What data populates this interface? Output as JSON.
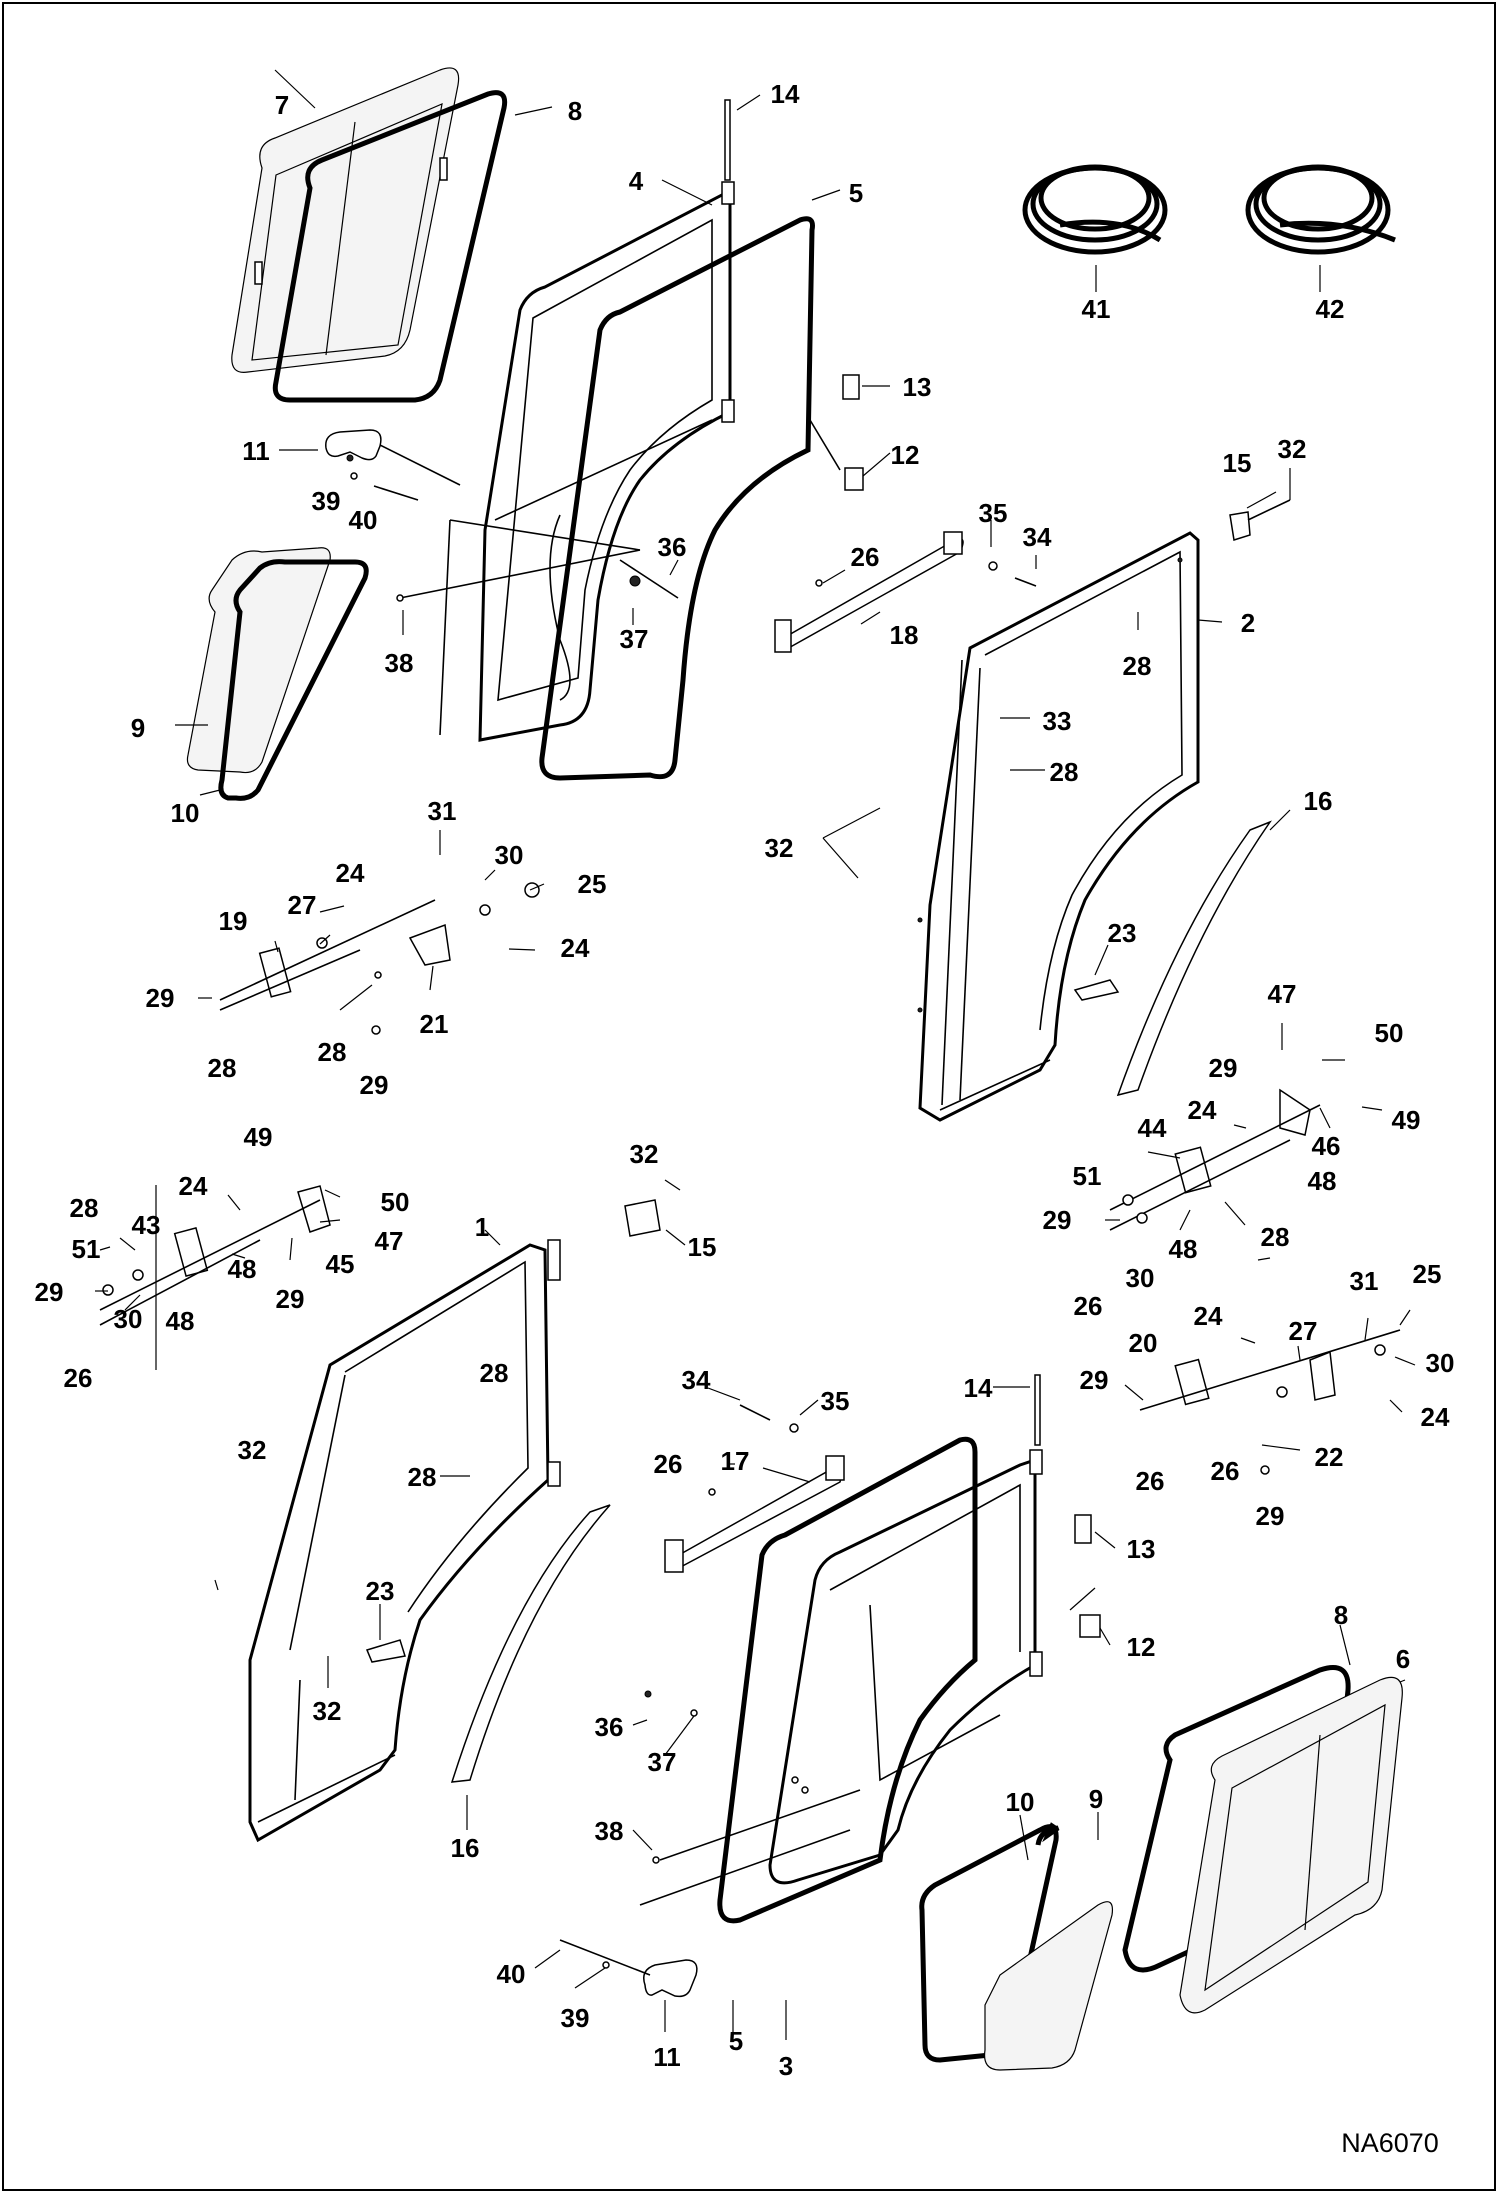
{
  "drawing_code": "NA6070",
  "callouts": [
    {
      "n": "7"
    },
    {
      "n": "8"
    },
    {
      "n": "14"
    },
    {
      "n": "4"
    },
    {
      "n": "5"
    },
    {
      "n": "41"
    },
    {
      "n": "42"
    },
    {
      "n": "13"
    },
    {
      "n": "11"
    },
    {
      "n": "12"
    },
    {
      "n": "15"
    },
    {
      "n": "32"
    },
    {
      "n": "39"
    },
    {
      "n": "40"
    },
    {
      "n": "35"
    },
    {
      "n": "34"
    },
    {
      "n": "36"
    },
    {
      "n": "26"
    },
    {
      "n": "38"
    },
    {
      "n": "37"
    },
    {
      "n": "18"
    },
    {
      "n": "2"
    },
    {
      "n": "28"
    },
    {
      "n": "9"
    },
    {
      "n": "33"
    },
    {
      "n": "10"
    },
    {
      "n": "28"
    },
    {
      "n": "31"
    },
    {
      "n": "16"
    },
    {
      "n": "32"
    },
    {
      "n": "24"
    },
    {
      "n": "30"
    },
    {
      "n": "27"
    },
    {
      "n": "25"
    },
    {
      "n": "19"
    },
    {
      "n": "24"
    },
    {
      "n": "23"
    },
    {
      "n": "29"
    },
    {
      "n": "28"
    },
    {
      "n": "21"
    },
    {
      "n": "28"
    },
    {
      "n": "29"
    },
    {
      "n": "47"
    },
    {
      "n": "50"
    },
    {
      "n": "29"
    },
    {
      "n": "24"
    },
    {
      "n": "49"
    },
    {
      "n": "44"
    },
    {
      "n": "46"
    },
    {
      "n": "49"
    },
    {
      "n": "32"
    },
    {
      "n": "48"
    },
    {
      "n": "51"
    },
    {
      "n": "29"
    },
    {
      "n": "28"
    },
    {
      "n": "48"
    },
    {
      "n": "28"
    },
    {
      "n": "24"
    },
    {
      "n": "50"
    },
    {
      "n": "43"
    },
    {
      "n": "30"
    },
    {
      "n": "26"
    },
    {
      "n": "1"
    },
    {
      "n": "15"
    },
    {
      "n": "51"
    },
    {
      "n": "47"
    },
    {
      "n": "48"
    },
    {
      "n": "45"
    },
    {
      "n": "29"
    },
    {
      "n": "31"
    },
    {
      "n": "25"
    },
    {
      "n": "29"
    },
    {
      "n": "30"
    },
    {
      "n": "48"
    },
    {
      "n": "24"
    },
    {
      "n": "26"
    },
    {
      "n": "27"
    },
    {
      "n": "30"
    },
    {
      "n": "20"
    },
    {
      "n": "28"
    },
    {
      "n": "29"
    },
    {
      "n": "24"
    },
    {
      "n": "26"
    },
    {
      "n": "34"
    },
    {
      "n": "35"
    },
    {
      "n": "14"
    },
    {
      "n": "26"
    },
    {
      "n": "22"
    },
    {
      "n": "32"
    },
    {
      "n": "28"
    },
    {
      "n": "26"
    },
    {
      "n": "17"
    },
    {
      "n": "29"
    },
    {
      "n": "13"
    },
    {
      "n": "23"
    },
    {
      "n": "12"
    },
    {
      "n": "32"
    },
    {
      "n": "8"
    },
    {
      "n": "6"
    },
    {
      "n": "36"
    },
    {
      "n": "37"
    },
    {
      "n": "38"
    },
    {
      "n": "10"
    },
    {
      "n": "9"
    },
    {
      "n": "16"
    },
    {
      "n": "40"
    },
    {
      "n": "39"
    },
    {
      "n": "11"
    },
    {
      "n": "5"
    },
    {
      "n": "3"
    }
  ]
}
